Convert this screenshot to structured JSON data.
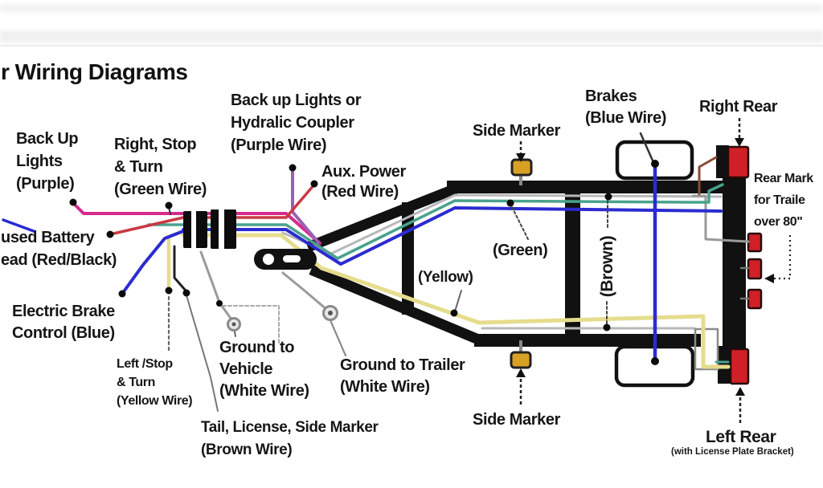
{
  "title": "r Wiring Diagrams",
  "labels": {
    "back_up_lights": {
      "lines": [
        "Back Up",
        "Lights",
        "(Purple)"
      ]
    },
    "right_stop_turn": {
      "lines": [
        "Right, Stop",
        "& Turn",
        "(Green Wire)"
      ]
    },
    "backup_or_coupler": {
      "lines": [
        "Back up Lights or",
        "Hydralic Coupler",
        "(Purple Wire)"
      ]
    },
    "aux_power": {
      "lines": [
        "Aux. Power",
        "(Red Wire)"
      ]
    },
    "fused_battery": {
      "lines": [
        "used Battery",
        "ead (Red/Black)"
      ]
    },
    "electric_brake": {
      "lines": [
        "Electric Brake",
        "Control (Blue)"
      ]
    },
    "side_marker_top": {
      "text": "Side Marker"
    },
    "brakes": {
      "lines": [
        "Brakes",
        "(Blue Wire)"
      ]
    },
    "right_rear": {
      "text": "Right Rear"
    },
    "rear_marker": {
      "lines": [
        "Rear Mark",
        "for Traile",
        "over 80\""
      ]
    },
    "green": {
      "text": "(Green)"
    },
    "yellow": {
      "text": "(Yellow)"
    },
    "brown": {
      "text": "(Brown)"
    },
    "left_stop_turn": {
      "lines": [
        "Left /Stop",
        "& Turn",
        "(Yellow Wire)"
      ]
    },
    "ground_vehicle": {
      "lines": [
        "Ground to",
        "Vehicle",
        "(White Wire)"
      ]
    },
    "ground_trailer": {
      "lines": [
        "Ground to Trailer",
        "(White Wire)"
      ]
    },
    "tail_license": {
      "lines": [
        "Tail, License, Side Marker",
        "(Brown Wire)"
      ]
    },
    "side_marker_bottom": {
      "text": "Side Marker"
    },
    "left_rear": {
      "text": "Left Rear"
    },
    "license_bracket": {
      "text": "(with License Plate Bracket)"
    }
  },
  "colors": {
    "magenta": "#d62a8c",
    "purple": "#9a5fb5",
    "red": "#c93a44",
    "blue": "#2b2bd0",
    "teal_green": "#49a28c",
    "yellow": "#e5dd8d",
    "white_wire": "#b8b8b8",
    "wire_gray": "#9a9a9a",
    "brown": "#8a4a3a",
    "amber": "#d8a125",
    "light_red": "#cf2127",
    "frame": "#111111"
  }
}
